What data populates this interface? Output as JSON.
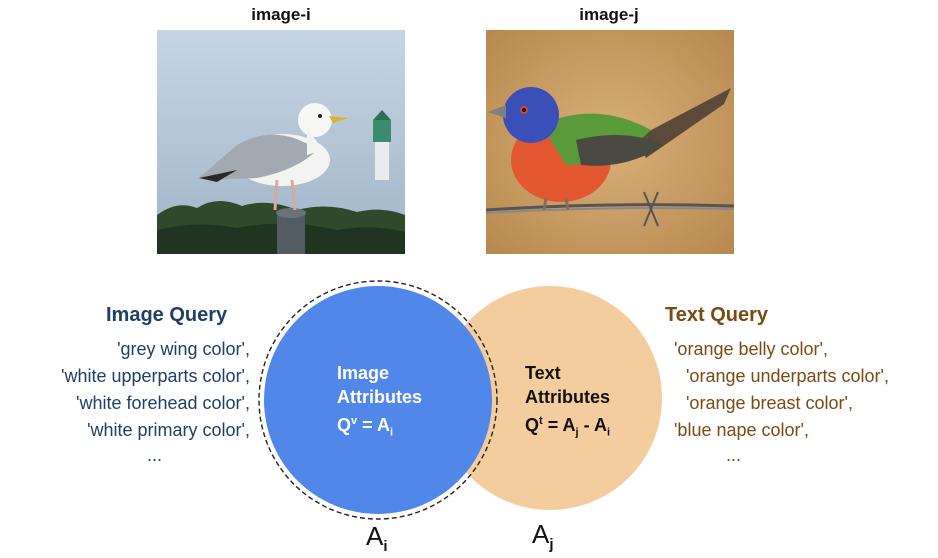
{
  "images": {
    "left_label": "image-i",
    "right_label": "image-j"
  },
  "image_query": {
    "title": "Image Query",
    "items": [
      "'grey wing color',",
      "'white upperparts color',",
      "'white forehead color',",
      "'white primary color',",
      "..."
    ]
  },
  "text_query": {
    "title": "Text Query",
    "items": [
      "'orange belly color',",
      "'orange underparts color',",
      "'orange breast color',",
      "'blue nape color',",
      "..."
    ]
  },
  "venn": {
    "left_line1": "Image",
    "left_line2": "Attributes",
    "left_formula_q": "Q",
    "left_formula_sup": "v",
    "left_formula_rest": " = A",
    "left_formula_sub": "i",
    "right_line1": "Text",
    "right_line2": "Attributes",
    "right_formula_q": "Q",
    "right_formula_sup": "t",
    "right_formula_eq": " = A",
    "right_formula_sub1": "j",
    "right_formula_minus": " - A",
    "right_formula_sub2": "i",
    "set_left": "A",
    "set_left_sub": "i",
    "set_right": "A",
    "set_right_sub": "j"
  },
  "colors": {
    "image_blue": "#5087e8",
    "text_peach": "#f4cd9f",
    "image_query_text": "#1f3f66",
    "text_query_text": "#7a4a14"
  }
}
